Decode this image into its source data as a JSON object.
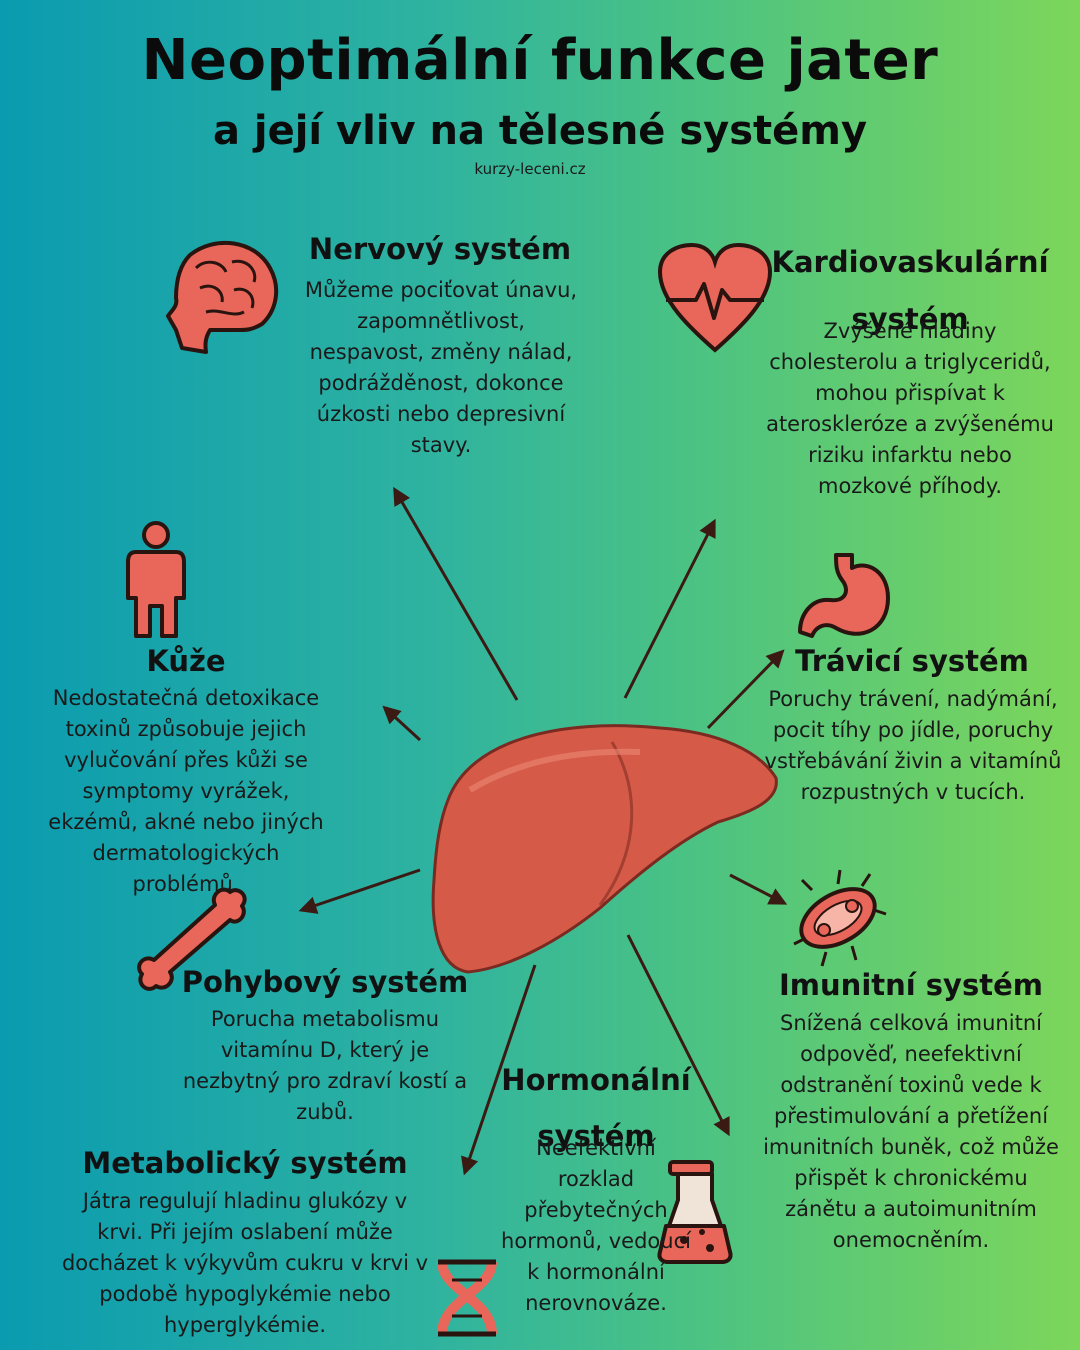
{
  "header": {
    "title": "Neoptimální funkce jater",
    "subtitle": "a její vliv na tělesné systémy",
    "source": "kurzy-leceni.cz"
  },
  "colors": {
    "icon_fill": "#e8675a",
    "icon_stroke": "#2a1410",
    "arrow": "#3a1a12",
    "liver": "#d65a48"
  },
  "icons": {
    "liver": "liver-icon",
    "nervous": "brain-head-icon",
    "cardio": "heart-pulse-icon",
    "skin": "person-icon",
    "digestive": "stomach-icon",
    "musculo": "bone-icon",
    "immune": "bacteria-icon",
    "hormonal": "flask-icon",
    "metabolic": "dna-icon"
  },
  "sections": {
    "nervous": {
      "title": "Nervový systém",
      "lines": [
        "Můžeme pociťovat únavu,",
        "zapomnětlivost,",
        "nespavost, změny nálad,",
        "podrážděnost, dokonce",
        "úzkosti nebo depresivní",
        "stavy."
      ]
    },
    "cardio": {
      "title_lines": [
        "Kardiovaskulární",
        "systém"
      ],
      "lines": [
        "Zvýšené hladiny",
        "cholesterolu a triglyceridů,",
        "mohou přispívat k",
        "ateroskleróze a zvýšenému",
        "riziku infarktu nebo",
        "mozkové příhody."
      ]
    },
    "skin": {
      "title": "Kůže",
      "lines": [
        "Nedostatečná detoxikace",
        "toxinů způsobuje jejich",
        "vylučování přes kůži se",
        "symptomy vyrážek,",
        "ekzémů, akné nebo jiných",
        "dermatologických",
        "problémů."
      ]
    },
    "digestive": {
      "title": "Trávicí systém",
      "lines": [
        "Poruchy trávení, nadýmání,",
        "pocit tíhy po jídle, poruchy",
        "vstřebávání živin a vitamínů",
        "rozpustných v tucích."
      ]
    },
    "musculo": {
      "title": "Pohybový systém",
      "lines": [
        "Porucha metabolismu",
        "vitamínu D, který je",
        "nezbytný pro zdraví kostí a",
        "zubů."
      ]
    },
    "immune": {
      "title": "Imunitní systém",
      "lines": [
        "Snížená celková imunitní",
        "odpověď, neefektivní",
        "odstranění toxinů vede k",
        "přestimulování a přetížení",
        "imunitních buněk, což může",
        "přispět k chronickému",
        "zánětu a autoimunitním",
        "onemocněním."
      ]
    },
    "hormonal": {
      "title_lines": [
        "Hormonální",
        "systém"
      ],
      "lines": [
        "Neefektivní",
        "rozklad",
        "přebytečných",
        "hormonů, vedoucí",
        "k hormonální",
        "nerovnováze."
      ]
    },
    "metabolic": {
      "title": "Metabolický systém",
      "lines": [
        "Játra regulují hladinu glukózy v",
        "krvi.  Při jejím oslabení může",
        "docházet k výkyvům cukru v krvi v",
        "podobě hypoglykémie nebo",
        "hyperglykémie."
      ]
    }
  }
}
